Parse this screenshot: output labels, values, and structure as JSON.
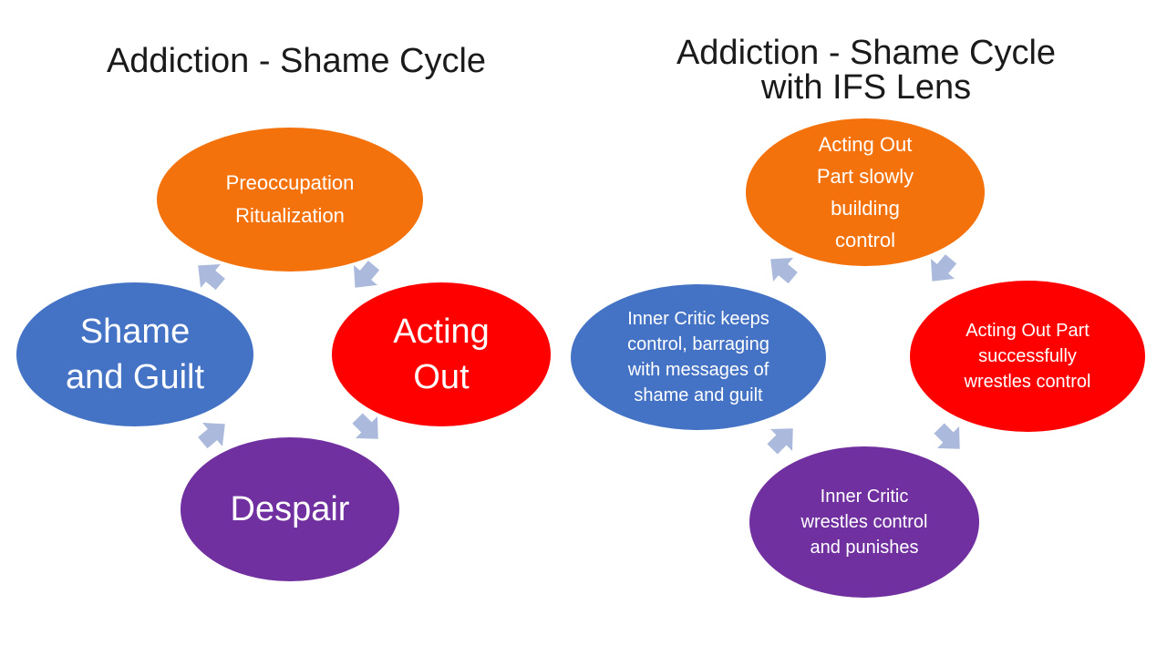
{
  "colors": {
    "orange": "#f4720c",
    "red": "#ff0000",
    "blue": "#4472c4",
    "purple": "#7030a0",
    "arrow": "#aab9dc"
  },
  "left_cycle": {
    "title": "Addiction - Shame Cycle",
    "nodes": {
      "preoccupation": "Preoccupation\nRitualization",
      "acting_out": "Acting\nOut",
      "shame_guilt": "Shame\nand Guilt",
      "despair": "Despair"
    }
  },
  "right_cycle": {
    "title_line1": "Addiction - Shame Cycle",
    "title_line2": "with IFS Lens",
    "nodes": {
      "acting_out_building": "Acting Out\nPart slowly\nbuilding\ncontrol",
      "acting_out_success": "Acting Out Part\nsuccessfully\nwrestles control",
      "critic_keeps": "Inner Critic keeps\ncontrol, barraging\nwith messages of\nshame and guilt",
      "critic_wrestles": "Inner Critic\nwrestles control\nand punishes"
    }
  }
}
